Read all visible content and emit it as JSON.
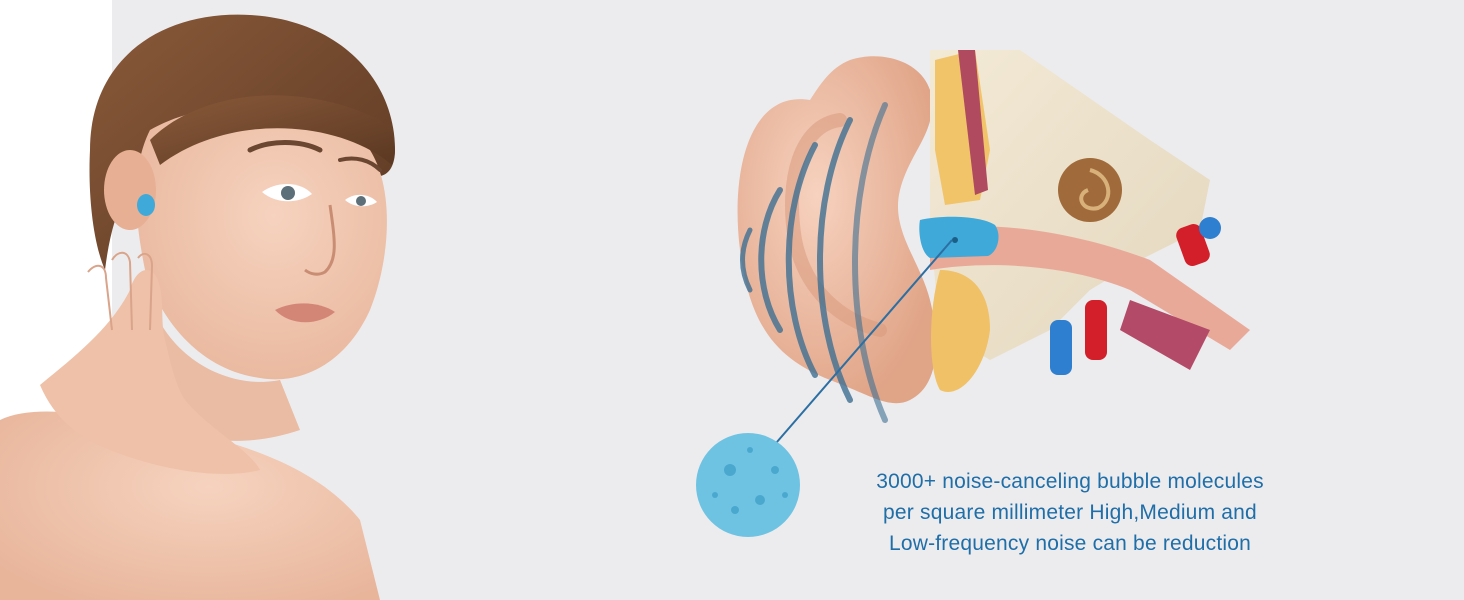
{
  "caption": {
    "line1": "3000+ noise-canceling bubble molecules",
    "line2": "per square millimeter High,Medium and",
    "line3": "Low-frequency noise can be reduction"
  },
  "colors": {
    "background": "#ececee",
    "caption_text": "#1f6ea8",
    "earplug": "#3fa9d9",
    "foam": "#6fc3e2",
    "pointer_line": "#2b6fa3",
    "sound_waves": "#3d6f92"
  },
  "icons": {
    "earplug": "earplug-icon",
    "foam_closeup": "foam-magnifier-icon",
    "sound_waves": "sound-wave-icon"
  }
}
